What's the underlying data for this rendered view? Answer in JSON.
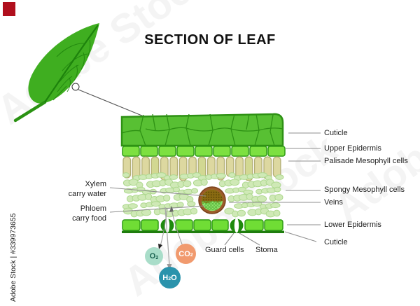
{
  "brand": {
    "watermark_text": "Adobe Stock",
    "stock_id_text": "Adobe Stock | #339973655",
    "logo_color": "#b00f1d"
  },
  "title": "SECTION OF LEAF",
  "right_labels": [
    {
      "label": "Cuticle"
    },
    {
      "label": "Upper Epidermis"
    },
    {
      "label": "Palisade Mesophyll cells"
    },
    {
      "label": "Spongy Mesophyll cells"
    },
    {
      "label": "Veins"
    },
    {
      "label": "Lower Epidermis"
    },
    {
      "label": "Cuticle"
    }
  ],
  "left_labels": [
    {
      "name": "Xylem",
      "desc": "carry water"
    },
    {
      "name": "Phloem",
      "desc": "carry food"
    }
  ],
  "bottom_labels": [
    {
      "label": "Guard cells"
    },
    {
      "label": "Stoma"
    }
  ],
  "molecules": [
    {
      "pre": "O",
      "sub": "2",
      "post": "",
      "color": "#a9ddc9"
    },
    {
      "pre": "CO",
      "sub": "2",
      "post": "",
      "color": "#f19a6e"
    },
    {
      "pre": "H",
      "sub": "2",
      "post": "O",
      "color": "#2b93ac"
    }
  ],
  "colors": {
    "leaf_green": "#3fae20",
    "cuticle_green": "#58c033",
    "epidermis_green": "#7de041",
    "palisade_tan": "#ddd8a0",
    "spongy_light_green": "#cfe9b6",
    "vein_ring_brown": "#9c5b28",
    "xylem_brown": "#8a6b12",
    "phloem_green": "#8fe06c",
    "guard_cell_green": "#1e8a0d"
  }
}
